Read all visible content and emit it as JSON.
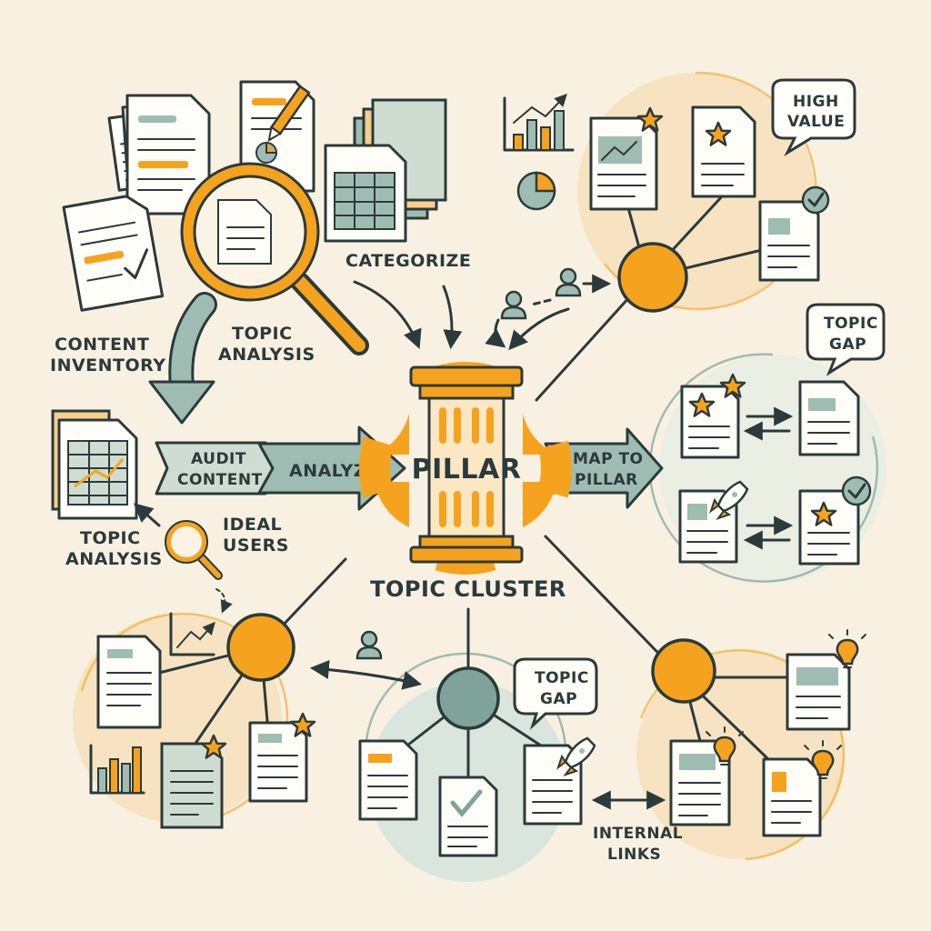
{
  "labels": {
    "content_inventory": [
      "CONTENT",
      "INVENTORY"
    ],
    "topic_analysis_top": [
      "TOPIC",
      "ANALYSIS"
    ],
    "categorize": "CATEGORIZE",
    "high_value": [
      "HIGH",
      "VALUE"
    ],
    "topic_gap_right": [
      "TOPIC",
      "GAP"
    ],
    "audit_content": [
      "AUDIT",
      "CONTENT"
    ],
    "analyze": "ANALYZE",
    "pillar": "PILLAR",
    "map_to_pillar": [
      "MAP TO",
      "PILLAR"
    ],
    "topic_analysis_left": [
      "TOPIC",
      "ANALYSIS"
    ],
    "ideal_users": [
      "IDEAL",
      "USERS"
    ],
    "topic_cluster": "TOPIC CLUSTER",
    "topic_gap_bottom": [
      "TOPIC",
      "GAP"
    ],
    "internal_links": [
      "INTERNAL",
      "LINKS"
    ]
  },
  "colors": {
    "background": "#f8f1e2",
    "accent_orange": "#f5a31f",
    "accent_sage": "#7fa39a",
    "ink": "#2b3a3a"
  },
  "icons": [
    "magnifier-icon",
    "pillar-icon",
    "document-icon",
    "spreadsheet-icon",
    "star-icon",
    "checkmark-icon",
    "rocket-icon",
    "lightbulb-icon",
    "user-icon",
    "bar-chart-icon",
    "pie-chart-icon",
    "pencil-icon"
  ]
}
